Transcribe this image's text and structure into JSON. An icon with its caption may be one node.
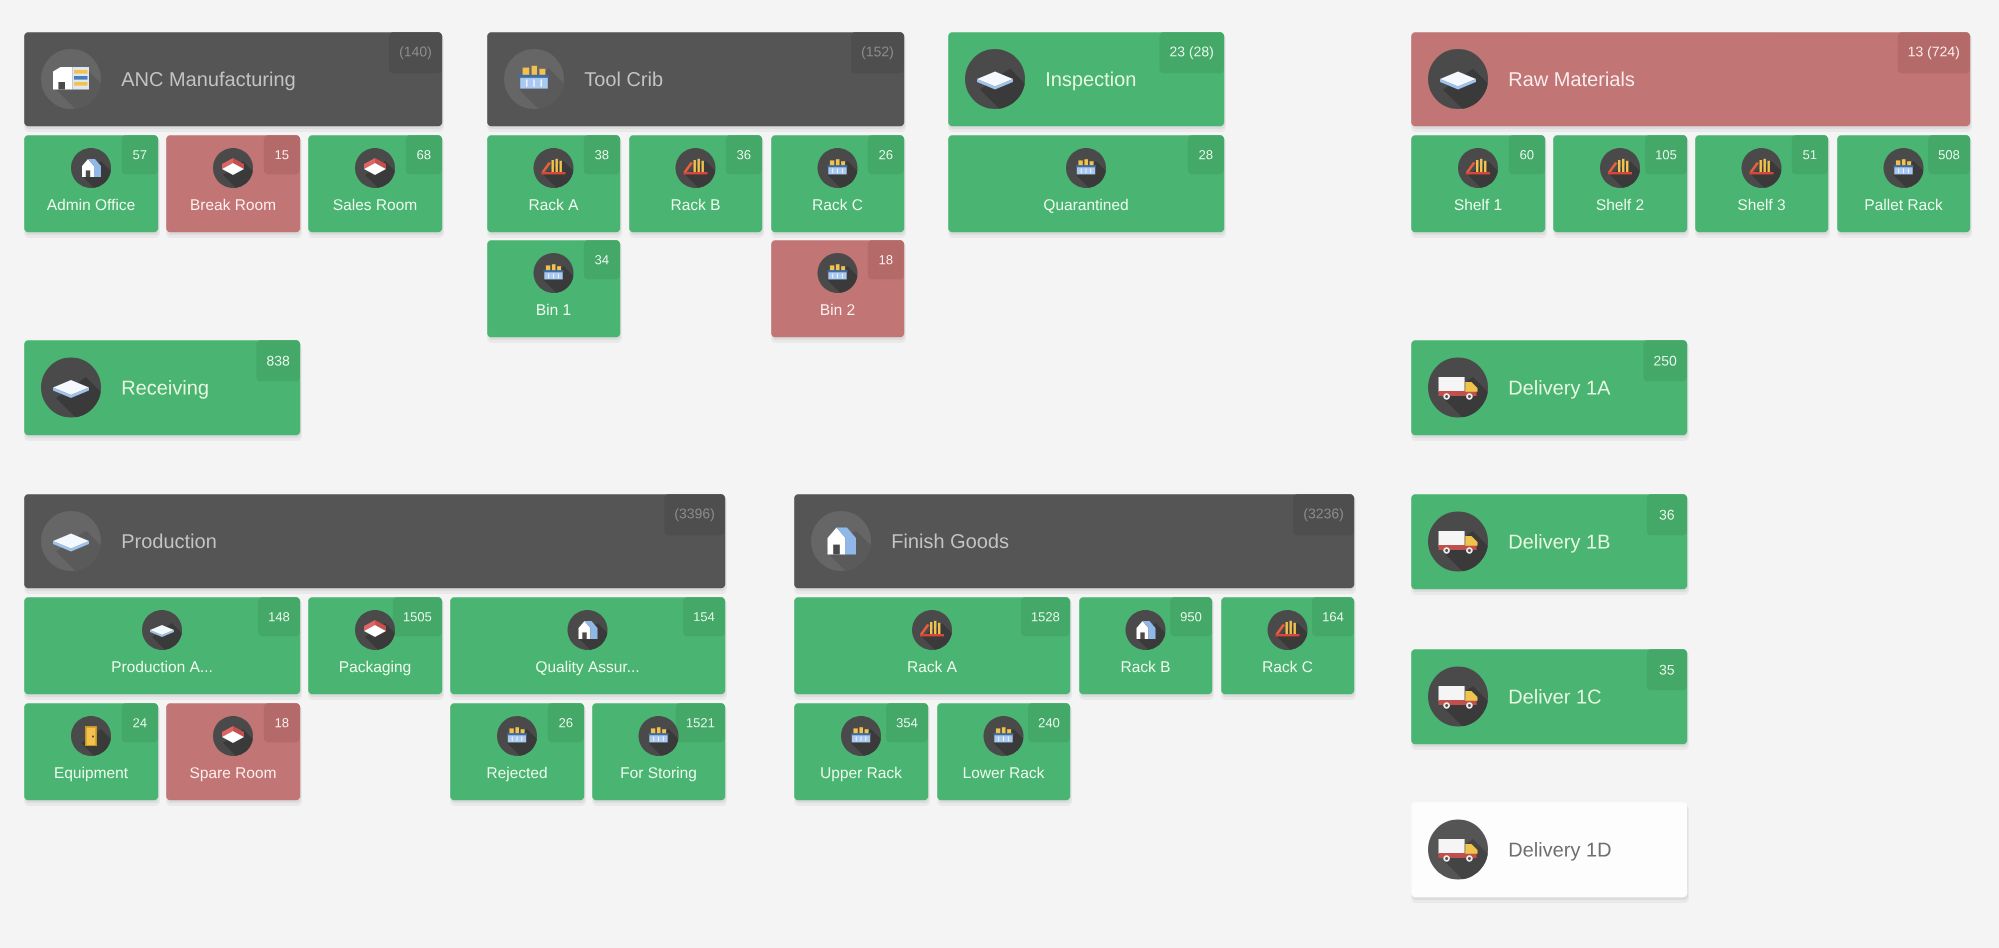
{
  "diagram": {
    "nodes": [
      {
        "text": [
          "ANC Manufacturing",
          "(140)"
        ]
      },
      {
        "text": [
          "57",
          "Admin Office"
        ]
      },
      {
        "text": [
          "15",
          "Break Room"
        ]
      },
      {
        "text": [
          "68",
          "Sales Room"
        ]
      },
      {
        "text": [
          "Tool Crib",
          "(152)"
        ]
      },
      {
        "text": [
          "38",
          "Rack A"
        ]
      },
      {
        "text": [
          "36",
          "Rack B"
        ]
      },
      {
        "text": [
          "26",
          "Rack C"
        ]
      },
      {
        "text": [
          "34",
          "Bin 1"
        ]
      },
      {
        "text": [
          "18",
          "Bin 2"
        ]
      },
      {
        "text": [
          "Inspection",
          "23 (28)"
        ]
      },
      {
        "text": [
          "28",
          "Quarantined"
        ]
      },
      {
        "text": [
          "Raw Materials",
          "13 (724)"
        ]
      },
      {
        "text": [
          "60",
          "Shelf 1"
        ]
      },
      {
        "text": [
          "105",
          "Shelf 2"
        ]
      },
      {
        "text": [
          "51",
          "Shelf 3"
        ]
      },
      {
        "text": [
          "508",
          "Pallet Rack"
        ]
      },
      {
        "text": [
          "Receiving",
          "838"
        ]
      },
      {
        "text": [
          "Production",
          "(3396)"
        ]
      },
      {
        "text": [
          "148",
          "Production A..."
        ]
      },
      {
        "text": [
          "1505",
          "Packaging"
        ]
      },
      {
        "text": [
          "154",
          "Quality Assur..."
        ]
      },
      {
        "text": [
          "24",
          "Equipment"
        ]
      },
      {
        "text": [
          "18",
          "Spare Room"
        ]
      },
      {
        "text": [
          "26",
          "Rejected"
        ]
      },
      {
        "text": [
          "1521",
          "For Storing"
        ]
      },
      {
        "text": [
          "Finish Goods",
          "(3236)"
        ]
      },
      {
        "text": [
          "1528",
          "Rack A"
        ]
      },
      {
        "text": [
          "950",
          "Rack B"
        ]
      },
      {
        "text": [
          "164",
          "Rack C"
        ]
      },
      {
        "text": [
          "354",
          "Upper Rack"
        ]
      },
      {
        "text": [
          "240",
          "Lower Rack"
        ]
      },
      {
        "text": [
          "Delivery 1A",
          "250"
        ]
      },
      {
        "text": [
          "Delivery 1B",
          "36"
        ]
      },
      {
        "text": [
          "Deliver 1C",
          "35"
        ]
      },
      {
        "text": [
          "Delivery 1D"
        ]
      }
    ]
  }
}
